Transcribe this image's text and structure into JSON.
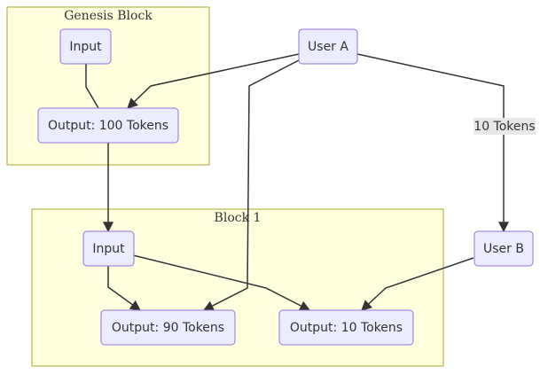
{
  "clusters": {
    "genesis": {
      "label": "Genesis Block"
    },
    "block1": {
      "label": "Block 1"
    }
  },
  "nodes": {
    "genesis_input": {
      "label": "Input"
    },
    "genesis_output": {
      "label": "Output: 100 Tokens"
    },
    "user_a": {
      "label": "User A"
    },
    "user_b": {
      "label": "User B"
    },
    "block1_input": {
      "label": "Input"
    },
    "output_90": {
      "label": "Output: 90 Tokens"
    },
    "output_10": {
      "label": "Output: 10 Tokens"
    }
  },
  "edges": {
    "user_a_to_user_b": {
      "label": "10 Tokens"
    }
  },
  "colors": {
    "cluster_fill": "#ffffde",
    "cluster_stroke": "#aaaa33",
    "node_fill": "#ececff",
    "node_stroke": "#9370db",
    "edge": "#333333",
    "edge_label_bg": "#e8e8e8"
  }
}
